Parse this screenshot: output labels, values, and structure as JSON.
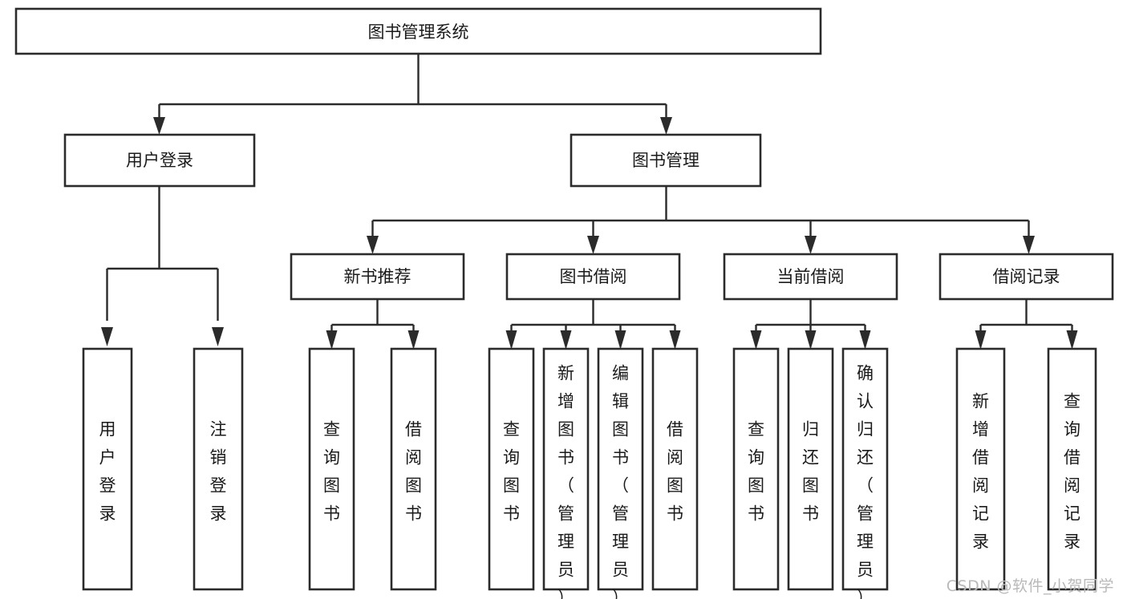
{
  "diagram": {
    "title": "图书管理系统",
    "type": "tree",
    "orientation": "top-down",
    "colors": {
      "box_stroke": "#2b2b2b",
      "box_fill": "#ffffff",
      "connector": "#2b2b2b",
      "text": "#1a1a1a",
      "background": "#ffffff",
      "watermark": "#b9b9b9"
    },
    "root": {
      "id": "root",
      "label": "图书管理系统",
      "orientation": "horizontal"
    },
    "level2": [
      {
        "id": "user-login",
        "label": "用户登录",
        "orientation": "horizontal"
      },
      {
        "id": "book-manage",
        "label": "图书管理",
        "orientation": "horizontal"
      }
    ],
    "level3": [
      {
        "id": "new-book-recommend",
        "label": "新书推荐",
        "orientation": "horizontal",
        "parent": "book-manage"
      },
      {
        "id": "book-borrow",
        "label": "图书借阅",
        "orientation": "horizontal",
        "parent": "book-manage"
      },
      {
        "id": "current-borrow",
        "label": "当前借阅",
        "orientation": "horizontal",
        "parent": "book-manage"
      },
      {
        "id": "borrow-record",
        "label": "借阅记录",
        "orientation": "horizontal",
        "parent": "book-manage"
      }
    ],
    "leaves": {
      "user-login": [
        {
          "id": "leaf-user-login",
          "label": "用户登录",
          "orientation": "vertical"
        },
        {
          "id": "leaf-logout",
          "label": "注销登录",
          "orientation": "vertical"
        }
      ],
      "new-book-recommend": [
        {
          "id": "leaf-query-book-1",
          "label": "查询图书",
          "orientation": "vertical"
        },
        {
          "id": "leaf-borrow-book-1",
          "label": "借阅图书",
          "orientation": "vertical"
        }
      ],
      "book-borrow": [
        {
          "id": "leaf-query-book-2",
          "label": "查询图书",
          "orientation": "vertical"
        },
        {
          "id": "leaf-add-book",
          "label": "新增图书（管理员）",
          "orientation": "vertical"
        },
        {
          "id": "leaf-edit-book",
          "label": "编辑图书（管理员）",
          "orientation": "vertical"
        },
        {
          "id": "leaf-borrow-book-2",
          "label": "借阅图书",
          "orientation": "vertical"
        }
      ],
      "current-borrow": [
        {
          "id": "leaf-query-book-3",
          "label": "查询图书",
          "orientation": "vertical"
        },
        {
          "id": "leaf-return-book",
          "label": "归还图书",
          "orientation": "vertical"
        },
        {
          "id": "leaf-confirm-return",
          "label": "确认归还（管理员）",
          "orientation": "vertical"
        }
      ],
      "borrow-record": [
        {
          "id": "leaf-add-record",
          "label": "新增借阅记录",
          "orientation": "vertical"
        },
        {
          "id": "leaf-query-record",
          "label": "查询借阅记录",
          "orientation": "vertical"
        }
      ]
    }
  },
  "watermark": {
    "text": "CSDN @软件_小贺同学"
  }
}
